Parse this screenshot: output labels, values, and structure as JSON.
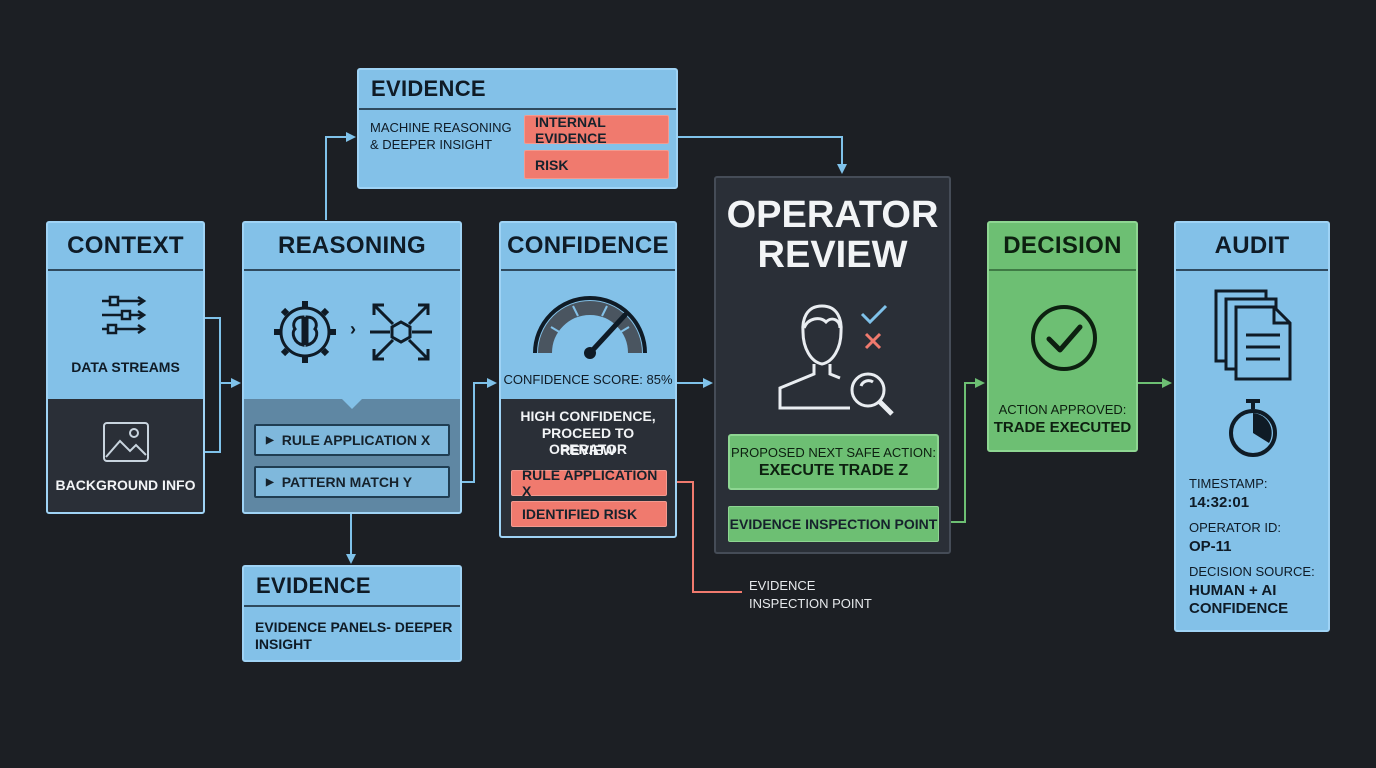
{
  "colors": {
    "background": "#1c1f24",
    "panel_blue": "#83c1e8",
    "panel_dark": "#2a2f37",
    "panel_green": "#6dbf73",
    "risk_salmon": "#f07a6e",
    "connector_blue": "#7fc2ea",
    "connector_green": "#6dbf73",
    "connector_salmon": "#f07a6e"
  },
  "evidence_top": {
    "title": "EVIDENCE",
    "text_line1": "MACHINE REASONING",
    "text_line2": "& DEEPER INSIGHT",
    "tag_internal": "INTERNAL EVIDENCE",
    "tag_risk": "RISK"
  },
  "context": {
    "title": "CONTEXT",
    "data_streams": "DATA STREAMS",
    "background_info": "BACKGROUND INFO",
    "icons": [
      "data-streams-icon",
      "image-icon"
    ]
  },
  "reasoning": {
    "title": "REASONING",
    "rule_x": "RULE APPLICATION X",
    "pattern_y": "PATTERN MATCH Y",
    "icons": [
      "brain-gear-icon",
      "network-hub-icon"
    ]
  },
  "evidence_bottom": {
    "title": "EVIDENCE",
    "line1": "EVIDENCE PANELS- DEEPER",
    "line2": "INSIGHT"
  },
  "confidence": {
    "title": "CONFIDENCE",
    "score_text": "CONFIDENCE SCORE: 85%",
    "score_value": 85,
    "msg_line1": "HIGH CONFIDENCE,",
    "msg_line2": "PROCEED TO OPERATOR",
    "msg_line3": "REVIEW",
    "tag_rule": "RULE  APPLICATION X",
    "tag_risk": "IDENTIFIED RISK"
  },
  "operator_review": {
    "title_line1": "OPERATOR",
    "title_line2": "REVIEW",
    "proposed_line1": "PROPOSED NEXT SAFE ACTION:",
    "proposed_line2": "EXECUTE TRADE Z",
    "inspection": "EVIDENCE INSPECTION POINT"
  },
  "evidence_inspection_note": {
    "line1": "EVIDENCE",
    "line2": "INSPECTION POINT"
  },
  "decision": {
    "title": "DECISION",
    "line1": "ACTION APPROVED:",
    "line2": "TRADE EXECUTED"
  },
  "audit": {
    "title": "AUDIT",
    "timestamp_label": "TIMESTAMP:",
    "timestamp_value": "14:32:01",
    "operator_label": "OPERATOR ID:",
    "operator_value": "OP-11",
    "source_label": "DECISION SOURCE:",
    "source_value_line1": "HUMAN + AI",
    "source_value_line2": "CONFIDENCE"
  }
}
